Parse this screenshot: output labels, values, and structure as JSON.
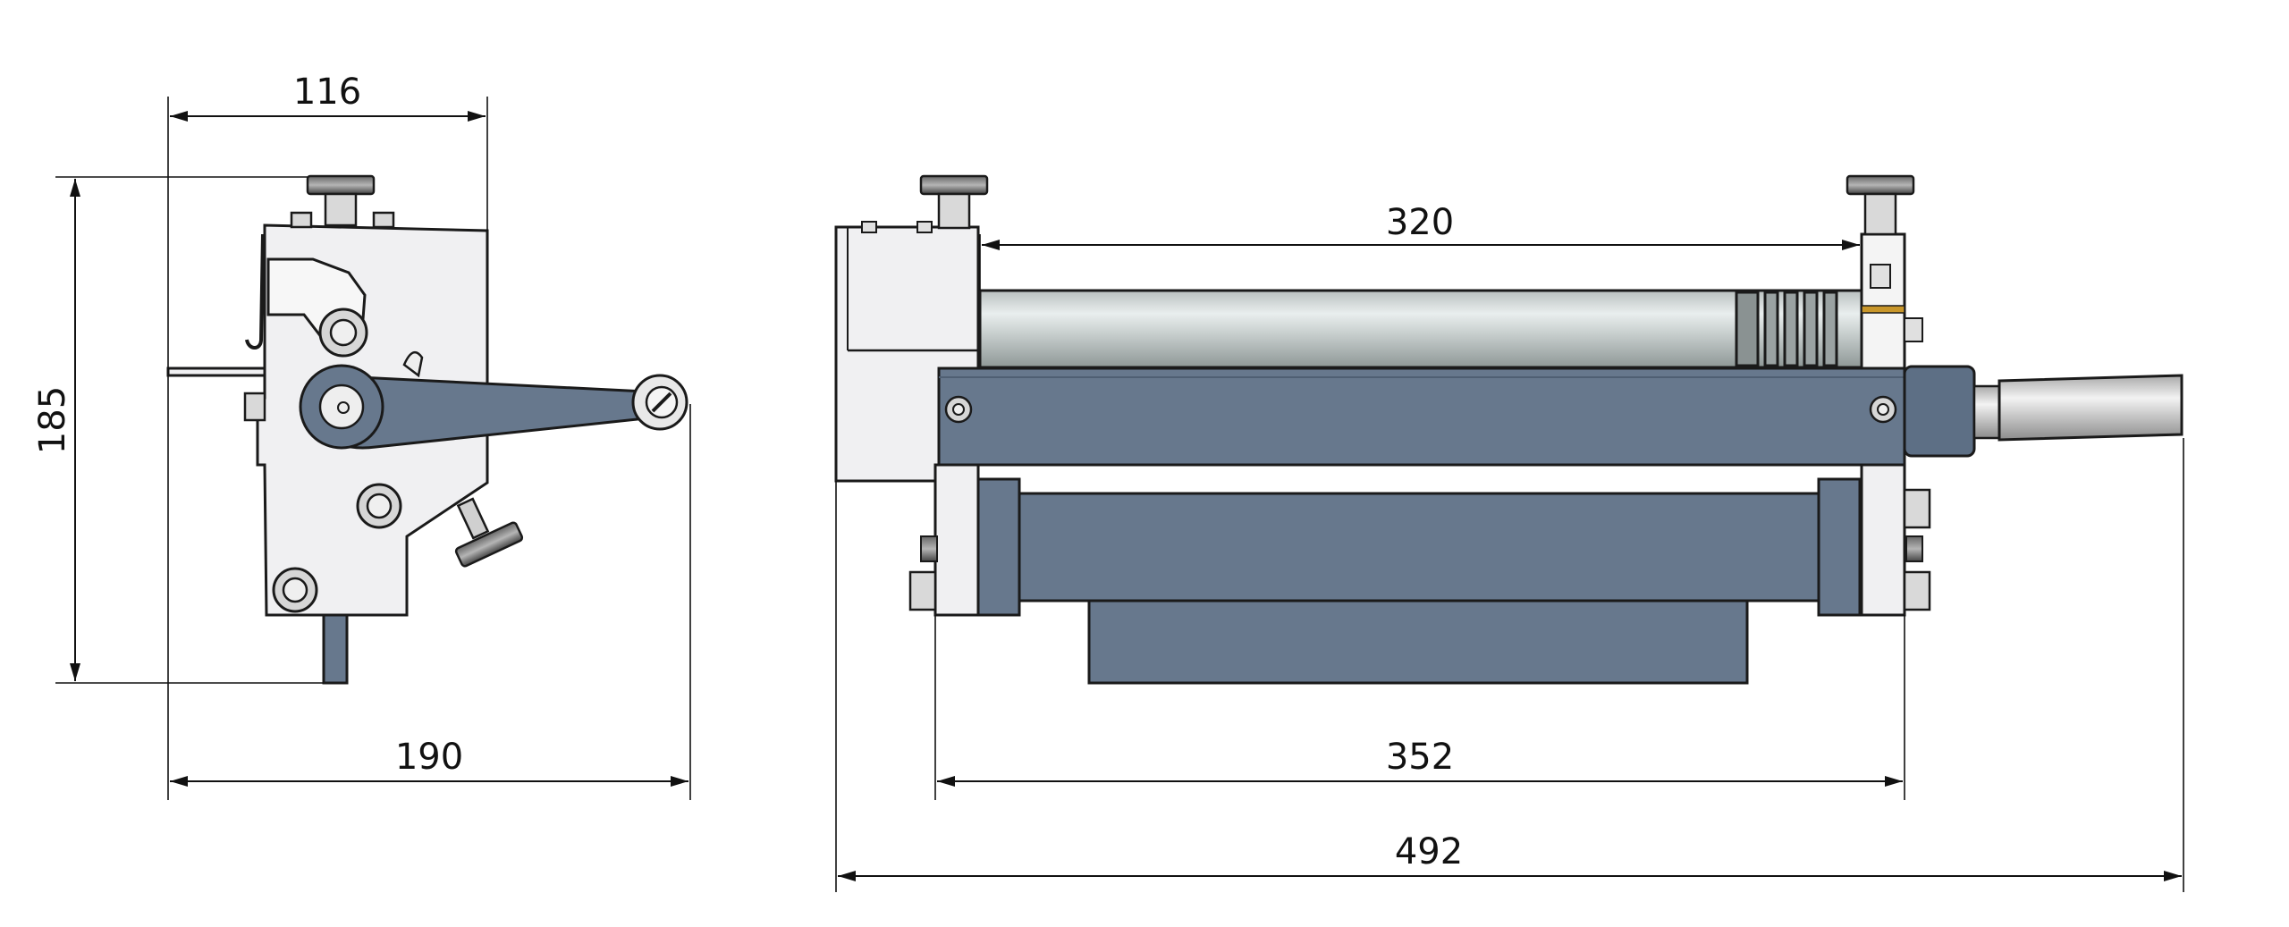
{
  "drawing": {
    "dimensions": {
      "side_width_top": "116",
      "side_height": "185",
      "side_width_bottom": "190",
      "roll_length": "320",
      "frame_length": "352",
      "overall_length": "492"
    },
    "colors": {
      "body_steel": "#67788d",
      "body_steel_dark": "#4f5f73",
      "housing": "#f0f0f2",
      "roller_light": "#dfe4e4",
      "roller_mid": "#a8b0b0",
      "handle_grip": "#d8d8d8",
      "outline": "#1a1a1a",
      "accent_brass": "#c8962a"
    }
  }
}
